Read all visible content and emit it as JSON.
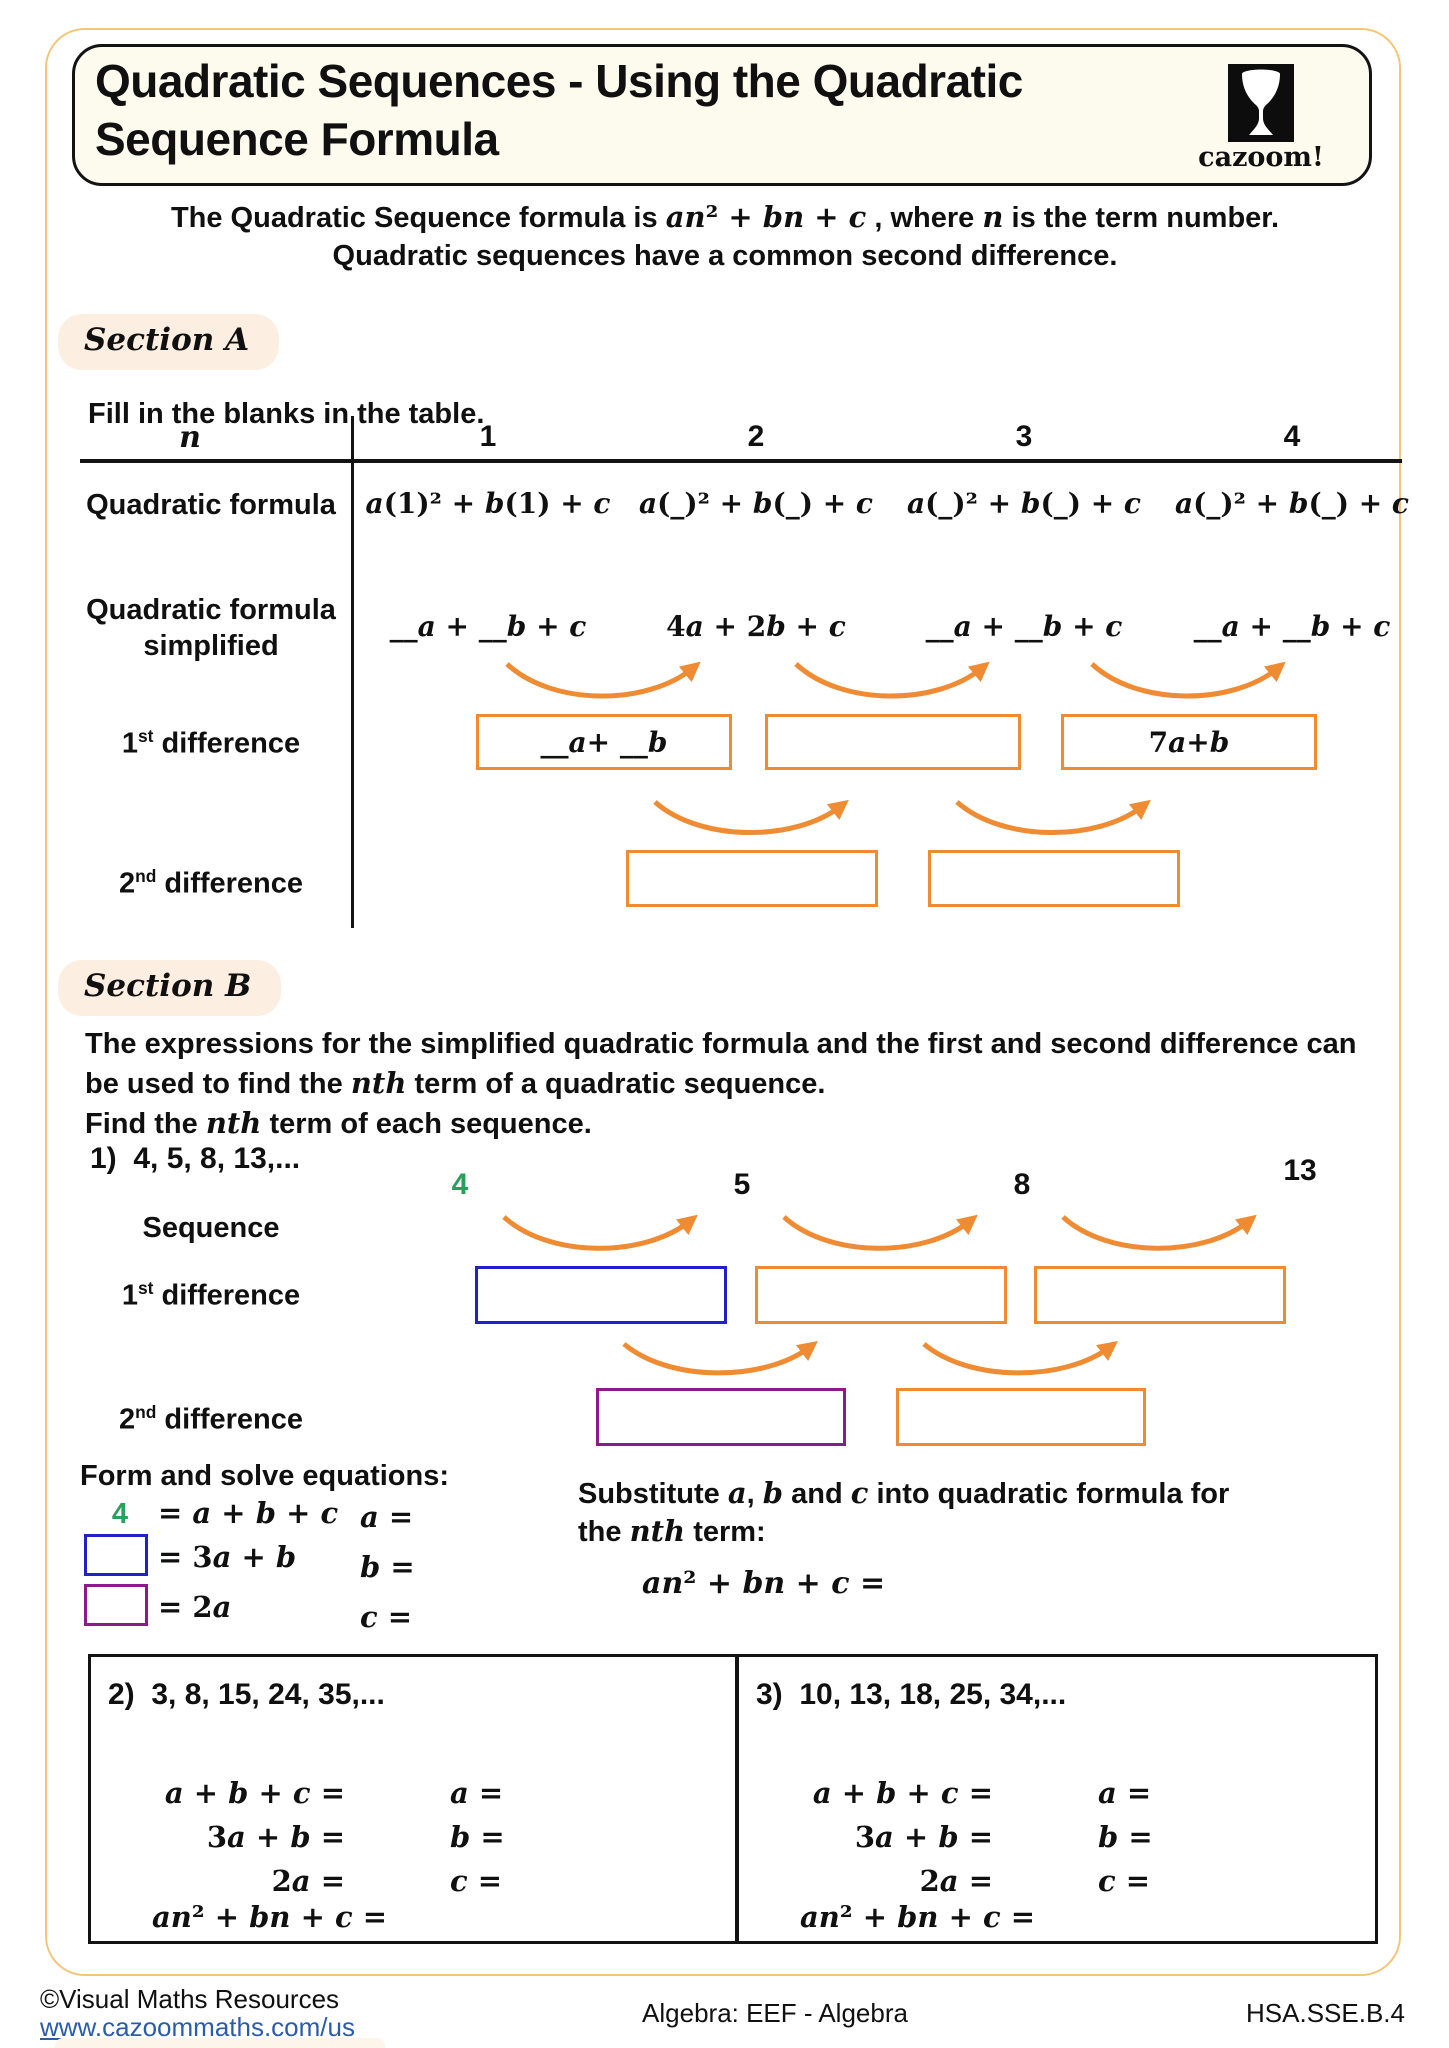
{
  "colors": {
    "accent_orange": "#ee8b33",
    "frame_gold": "#f3c577",
    "box_blue": "#2121cc",
    "box_purple": "#8b1a8b",
    "highlight_green": "#2aa05a",
    "link_blue": "#2b5cab",
    "badge_bg": "#fcefe2",
    "header_bg": "#fdfaee"
  },
  "header": {
    "title_line1": "Quadratic Sequences - Using the Quadratic",
    "title_line2": "Sequence Formula",
    "logo_text": "cazoom!"
  },
  "intro": {
    "line1": [
      {
        "t": "The Quadratic Sequence formula is "
      },
      {
        "t": "an² + bn + c",
        "c": "mx"
      },
      {
        "t": " , where "
      },
      {
        "t": "n",
        "c": "mx"
      },
      {
        "t": " is the term number."
      }
    ],
    "line2": [
      {
        "t": "Quadratic sequences have a common second difference."
      }
    ]
  },
  "section_a": {
    "label": "Section A",
    "instruction": "Fill in the blanks in the table.",
    "table": {
      "row_header": "n",
      "columns": [
        "1",
        "2",
        "3",
        "4"
      ],
      "quadratic_formula": {
        "label": "Quadratic formula",
        "cells": [
          "a(1)² + b(1) + c",
          "a(_)² + b(_) + c",
          "a(_)² + b(_) + c",
          "a(_)² + b(_) + c"
        ]
      },
      "simplified": {
        "label_line1": "Quadratic formula",
        "label_line2": "simplified",
        "cells": [
          "__a + __b + c",
          "4a + 2b + c",
          "__a + __b + c",
          "__a + __b + c"
        ]
      },
      "first_difference": {
        "label": [
          {
            "t": "1"
          },
          {
            "t": "st",
            "c": "sup"
          },
          {
            "t": " difference"
          }
        ],
        "boxes": [
          "__a + __b",
          "",
          "7a + b"
        ]
      },
      "second_difference": {
        "label": [
          {
            "t": "2"
          },
          {
            "t": "nd",
            "c": "sup"
          },
          {
            "t": " difference"
          }
        ],
        "boxes": [
          "",
          ""
        ]
      }
    }
  },
  "section_b": {
    "label": "Section B",
    "intro_line1": [
      {
        "t": "The expressions for the simplified quadratic formula and the first and second difference can"
      }
    ],
    "intro_line2": [
      {
        "t": "be used to find the "
      },
      {
        "t": "nth",
        "c": "mi"
      },
      {
        "t": " term of a quadratic sequence."
      }
    ],
    "intro_line3": [
      {
        "t": "Find the "
      },
      {
        "t": "nth",
        "c": "mi"
      },
      {
        "t": " term of each sequence."
      }
    ],
    "problem1": {
      "heading": "1)  4, 5, 8, 13,...",
      "sequence_label": "Sequence",
      "values": [
        "4",
        "5",
        "8",
        "13"
      ],
      "first_difference_label": [
        {
          "t": "1"
        },
        {
          "t": "st",
          "c": "sup"
        },
        {
          "t": " difference"
        }
      ],
      "second_difference_label": [
        {
          "t": "2"
        },
        {
          "t": "nd",
          "c": "sup"
        },
        {
          "t": " difference"
        }
      ],
      "form_heading": "Form and solve equations:",
      "eq1_lhs": "4",
      "eq1": "= a + b + c",
      "eq2": "= 3a + b",
      "eq3": "= 2a",
      "sol1": "a =",
      "sol2": "b =",
      "sol3": "c =",
      "substitute_line1": [
        {
          "t": "Substitute "
        },
        {
          "t": "a",
          "c": "mi"
        },
        {
          "t": ", "
        },
        {
          "t": "b",
          "c": "mi"
        },
        {
          "t": " and "
        },
        {
          "t": "c",
          "c": "mi"
        },
        {
          "t": "  into quadratic formula for"
        }
      ],
      "substitute_line2": [
        {
          "t": "the "
        },
        {
          "t": "nth",
          "c": "mi"
        },
        {
          "t": " term:"
        }
      ],
      "substitute_formula": "an² + bn + c ="
    },
    "problem2": {
      "heading": "2)  3, 8, 15, 24, 35,...",
      "eq1": "a + b + c =",
      "eq2": "3a + b =",
      "eq3": "2a =",
      "sol1": "a =",
      "sol2": "b =",
      "sol3": "c =",
      "formula": "an² + bn + c ="
    },
    "problem3": {
      "heading": "3)  10, 13, 18, 25, 34,...",
      "eq1": "a + b + c =",
      "eq2": "3a + b =",
      "eq3": "2a =",
      "sol1": "a =",
      "sol2": "b =",
      "sol3": "c =",
      "formula": "an² + bn + c ="
    }
  },
  "footer": {
    "copyright": "©Visual Maths Resources",
    "link": "www.cazoommaths.com/us",
    "center": "Algebra: EEF - Algebra",
    "code": "HSA.SSE.B.4"
  }
}
